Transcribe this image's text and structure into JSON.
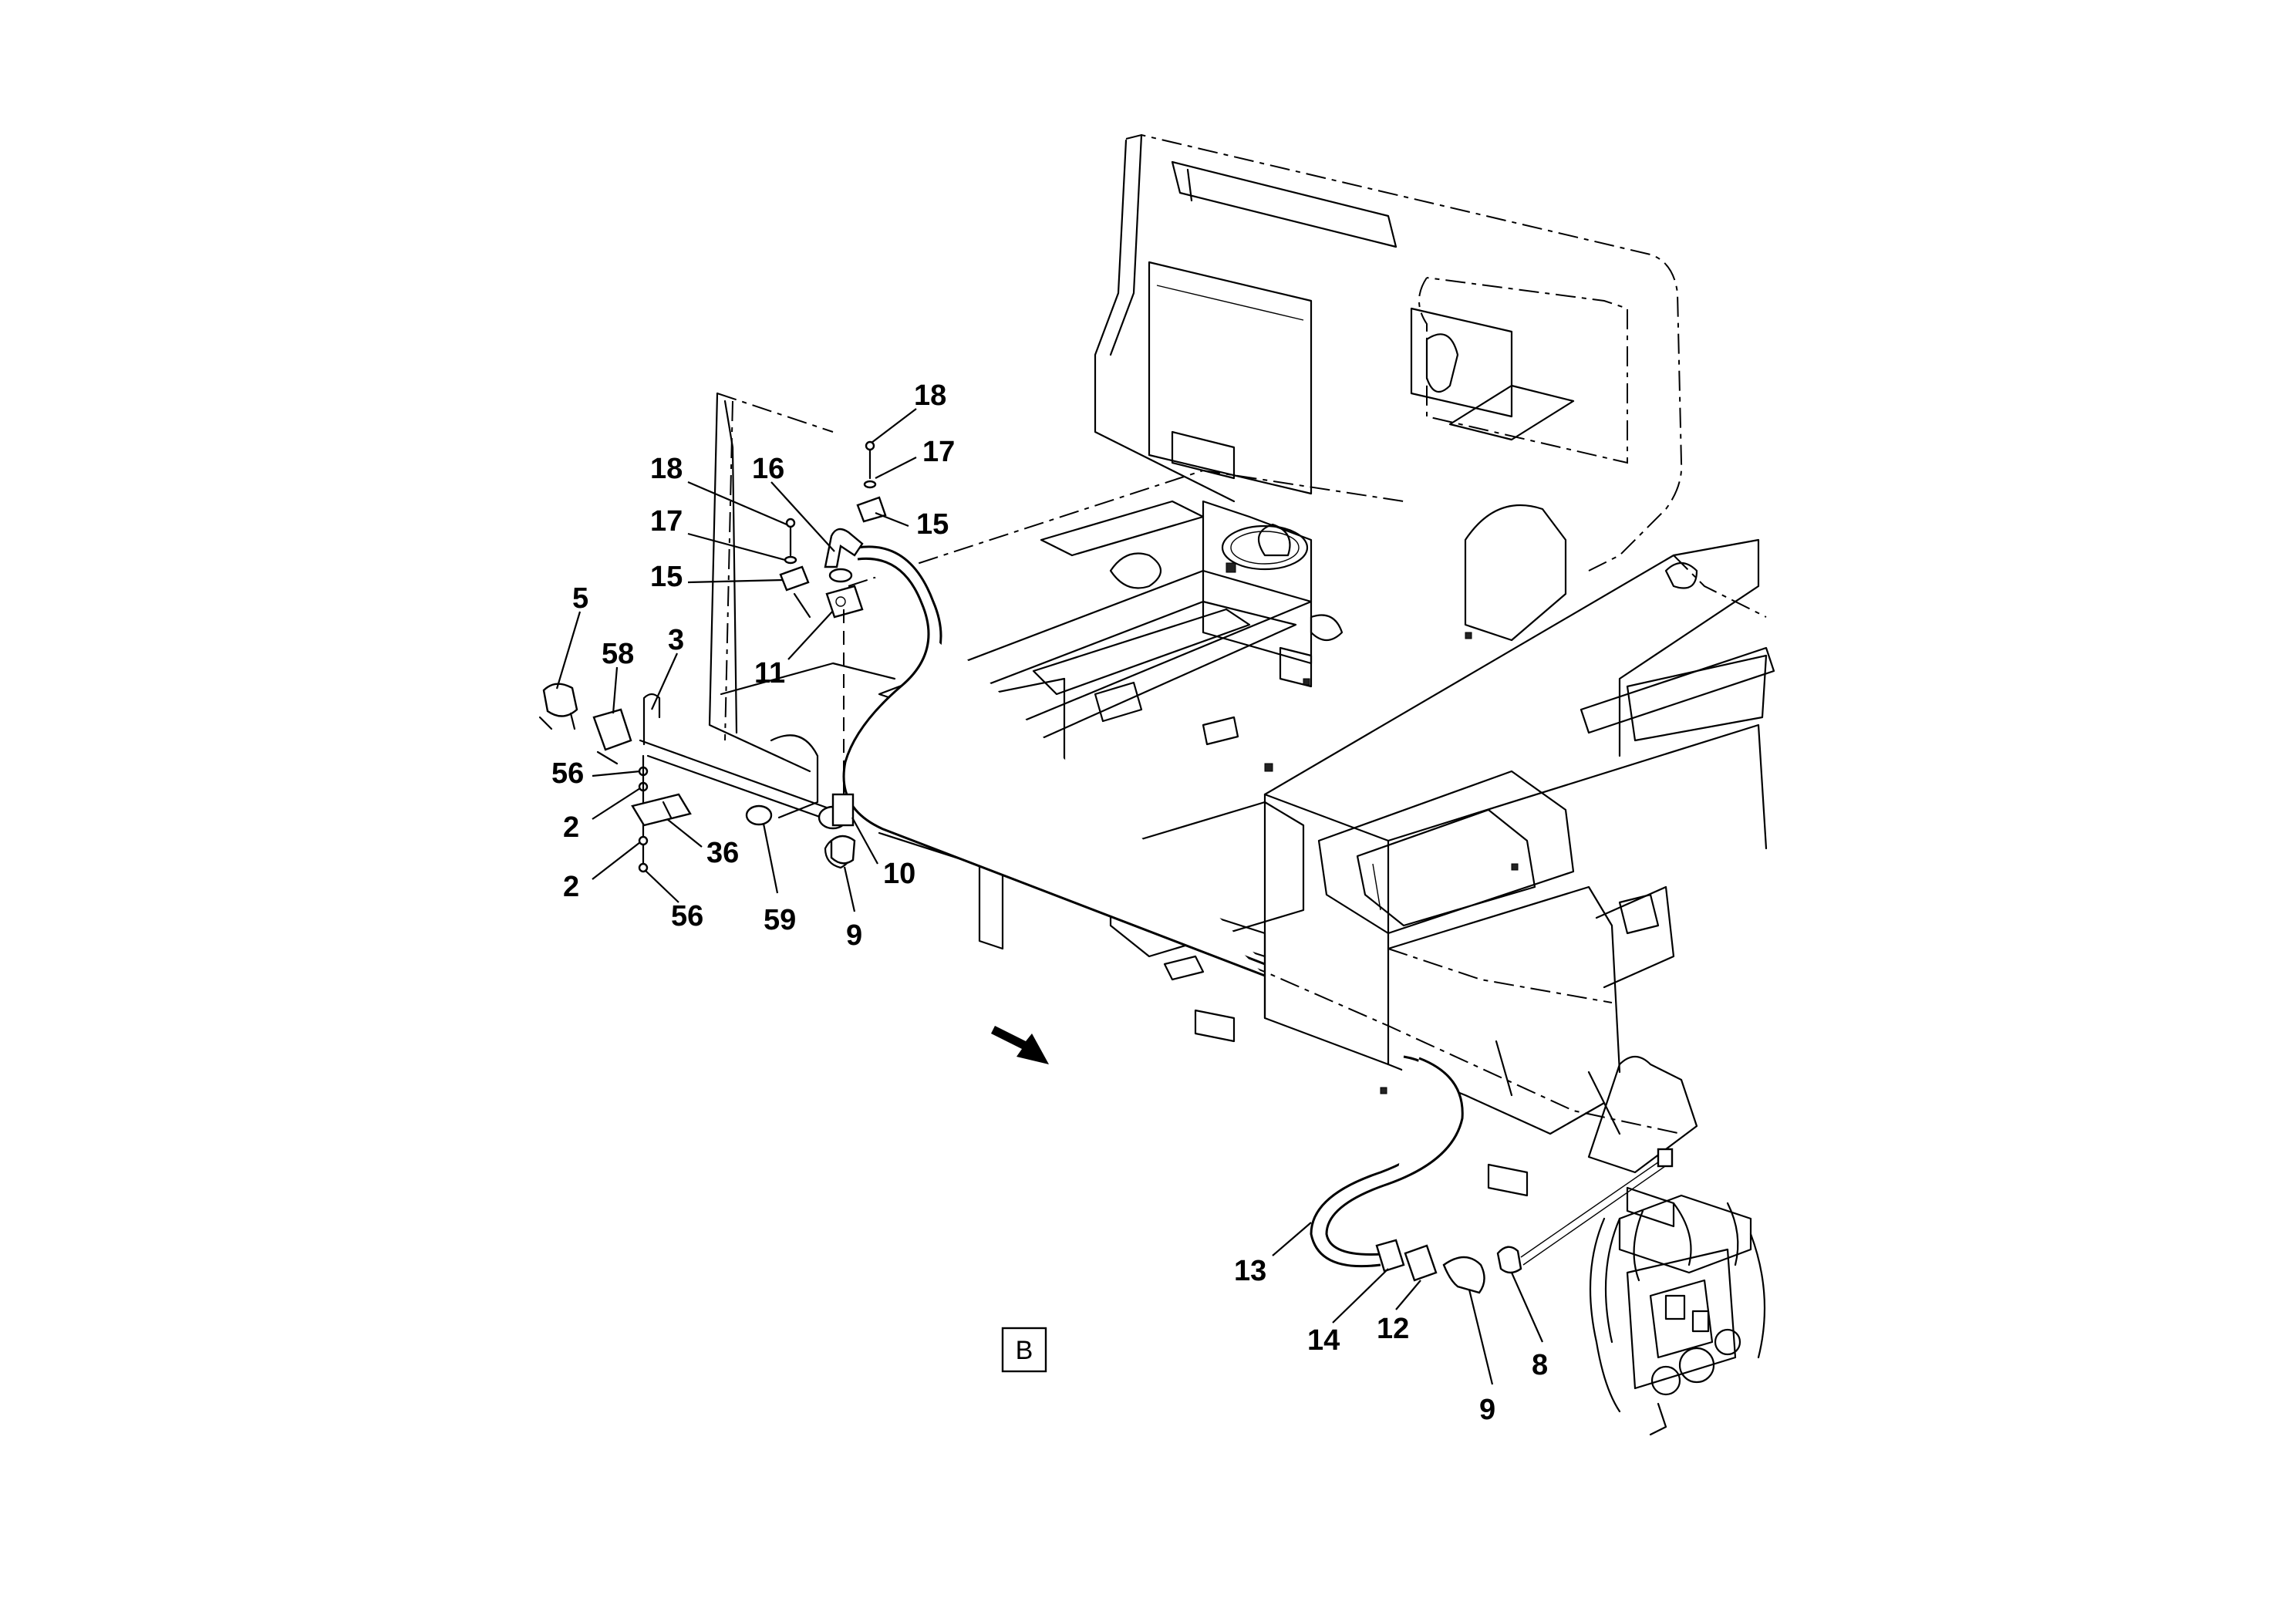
{
  "diagram": {
    "view_label": "B",
    "callouts": [
      {
        "id": "c18a",
        "text": "18"
      },
      {
        "id": "c17a",
        "text": "17"
      },
      {
        "id": "c15a",
        "text": "15"
      },
      {
        "id": "c18b",
        "text": "18"
      },
      {
        "id": "c16",
        "text": "16"
      },
      {
        "id": "c17b",
        "text": "17"
      },
      {
        "id": "c15b",
        "text": "15"
      },
      {
        "id": "c11",
        "text": "11"
      },
      {
        "id": "c5",
        "text": "5"
      },
      {
        "id": "c58",
        "text": "58"
      },
      {
        "id": "c3",
        "text": "3"
      },
      {
        "id": "c56a",
        "text": "56"
      },
      {
        "id": "c2a",
        "text": "2"
      },
      {
        "id": "c36",
        "text": "36"
      },
      {
        "id": "c2b",
        "text": "2"
      },
      {
        "id": "c56b",
        "text": "56"
      },
      {
        "id": "c59",
        "text": "59"
      },
      {
        "id": "c9a",
        "text": "9"
      },
      {
        "id": "c10",
        "text": "10"
      },
      {
        "id": "c13",
        "text": "13"
      },
      {
        "id": "c14",
        "text": "14"
      },
      {
        "id": "c12",
        "text": "12"
      },
      {
        "id": "c9b",
        "text": "9"
      },
      {
        "id": "c8",
        "text": "8"
      }
    ]
  }
}
